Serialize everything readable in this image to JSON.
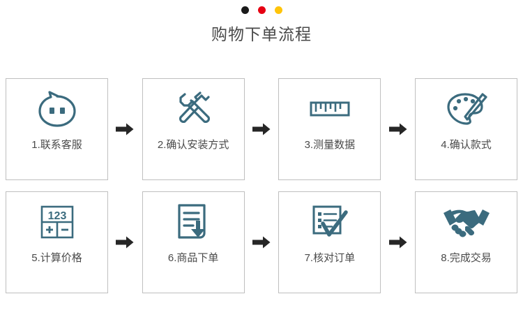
{
  "header": {
    "title": "购物下单流程",
    "dots": [
      {
        "name": "dot-black",
        "color": "#1a1a1a"
      },
      {
        "name": "dot-red",
        "color": "#e60012"
      },
      {
        "name": "dot-yellow",
        "color": "#ffc40a"
      }
    ]
  },
  "colors": {
    "icon": "#3b6b7e",
    "card_border": "#bfbfbf",
    "text": "#4a4a4a",
    "arrow": "#262626",
    "background": "#ffffff"
  },
  "flow": {
    "rows": [
      {
        "steps": [
          {
            "label": "1.联系客服",
            "icon": "chat-bubble-face-icon"
          },
          {
            "label": "2.确认安装方式",
            "icon": "wrench-hammer-icon"
          },
          {
            "label": "3.测量数据",
            "icon": "ruler-icon"
          },
          {
            "label": "4.确认款式",
            "icon": "paint-palette-icon"
          }
        ],
        "arrows": [
          "arrow-right-icon",
          "arrow-right-icon",
          "arrow-right-icon"
        ]
      },
      {
        "steps": [
          {
            "label": "5.计算价格",
            "icon": "calculator-icon"
          },
          {
            "label": "6.商品下单",
            "icon": "document-download-icon"
          },
          {
            "label": "7.核对订单",
            "icon": "checklist-check-icon"
          },
          {
            "label": "8.完成交易",
            "icon": "handshake-icon"
          }
        ],
        "arrows": [
          "arrow-right-icon",
          "arrow-right-icon",
          "arrow-right-icon"
        ]
      }
    ]
  }
}
